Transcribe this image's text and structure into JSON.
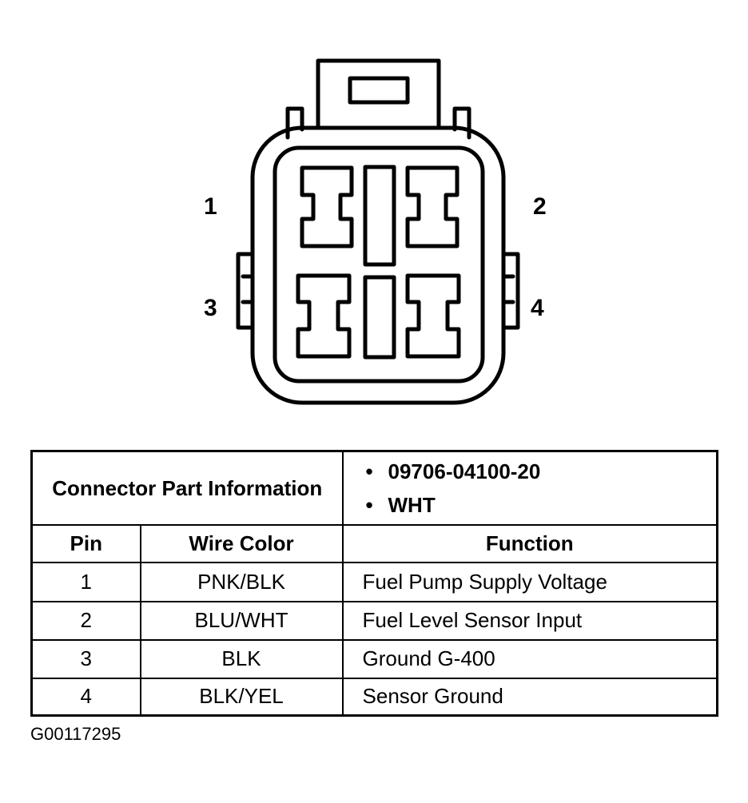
{
  "diagram": {
    "pin_labels": [
      "1",
      "2",
      "3",
      "4"
    ],
    "line_color": "#000000",
    "background": "#ffffff"
  },
  "table": {
    "info_label": "Connector Part Information",
    "info_items": [
      "09706-04100-20",
      "WHT"
    ],
    "headers": {
      "pin": "Pin",
      "wire_color": "Wire Color",
      "function": "Function"
    },
    "rows": [
      {
        "pin": "1",
        "wire_color": "PNK/BLK",
        "function": "Fuel Pump Supply Voltage"
      },
      {
        "pin": "2",
        "wire_color": "BLU/WHT",
        "function": "Fuel Level Sensor Input"
      },
      {
        "pin": "3",
        "wire_color": "BLK",
        "function": "Ground G-400"
      },
      {
        "pin": "4",
        "wire_color": "BLK/YEL",
        "function": "Sensor Ground"
      }
    ]
  },
  "figure_id": "G00117295"
}
